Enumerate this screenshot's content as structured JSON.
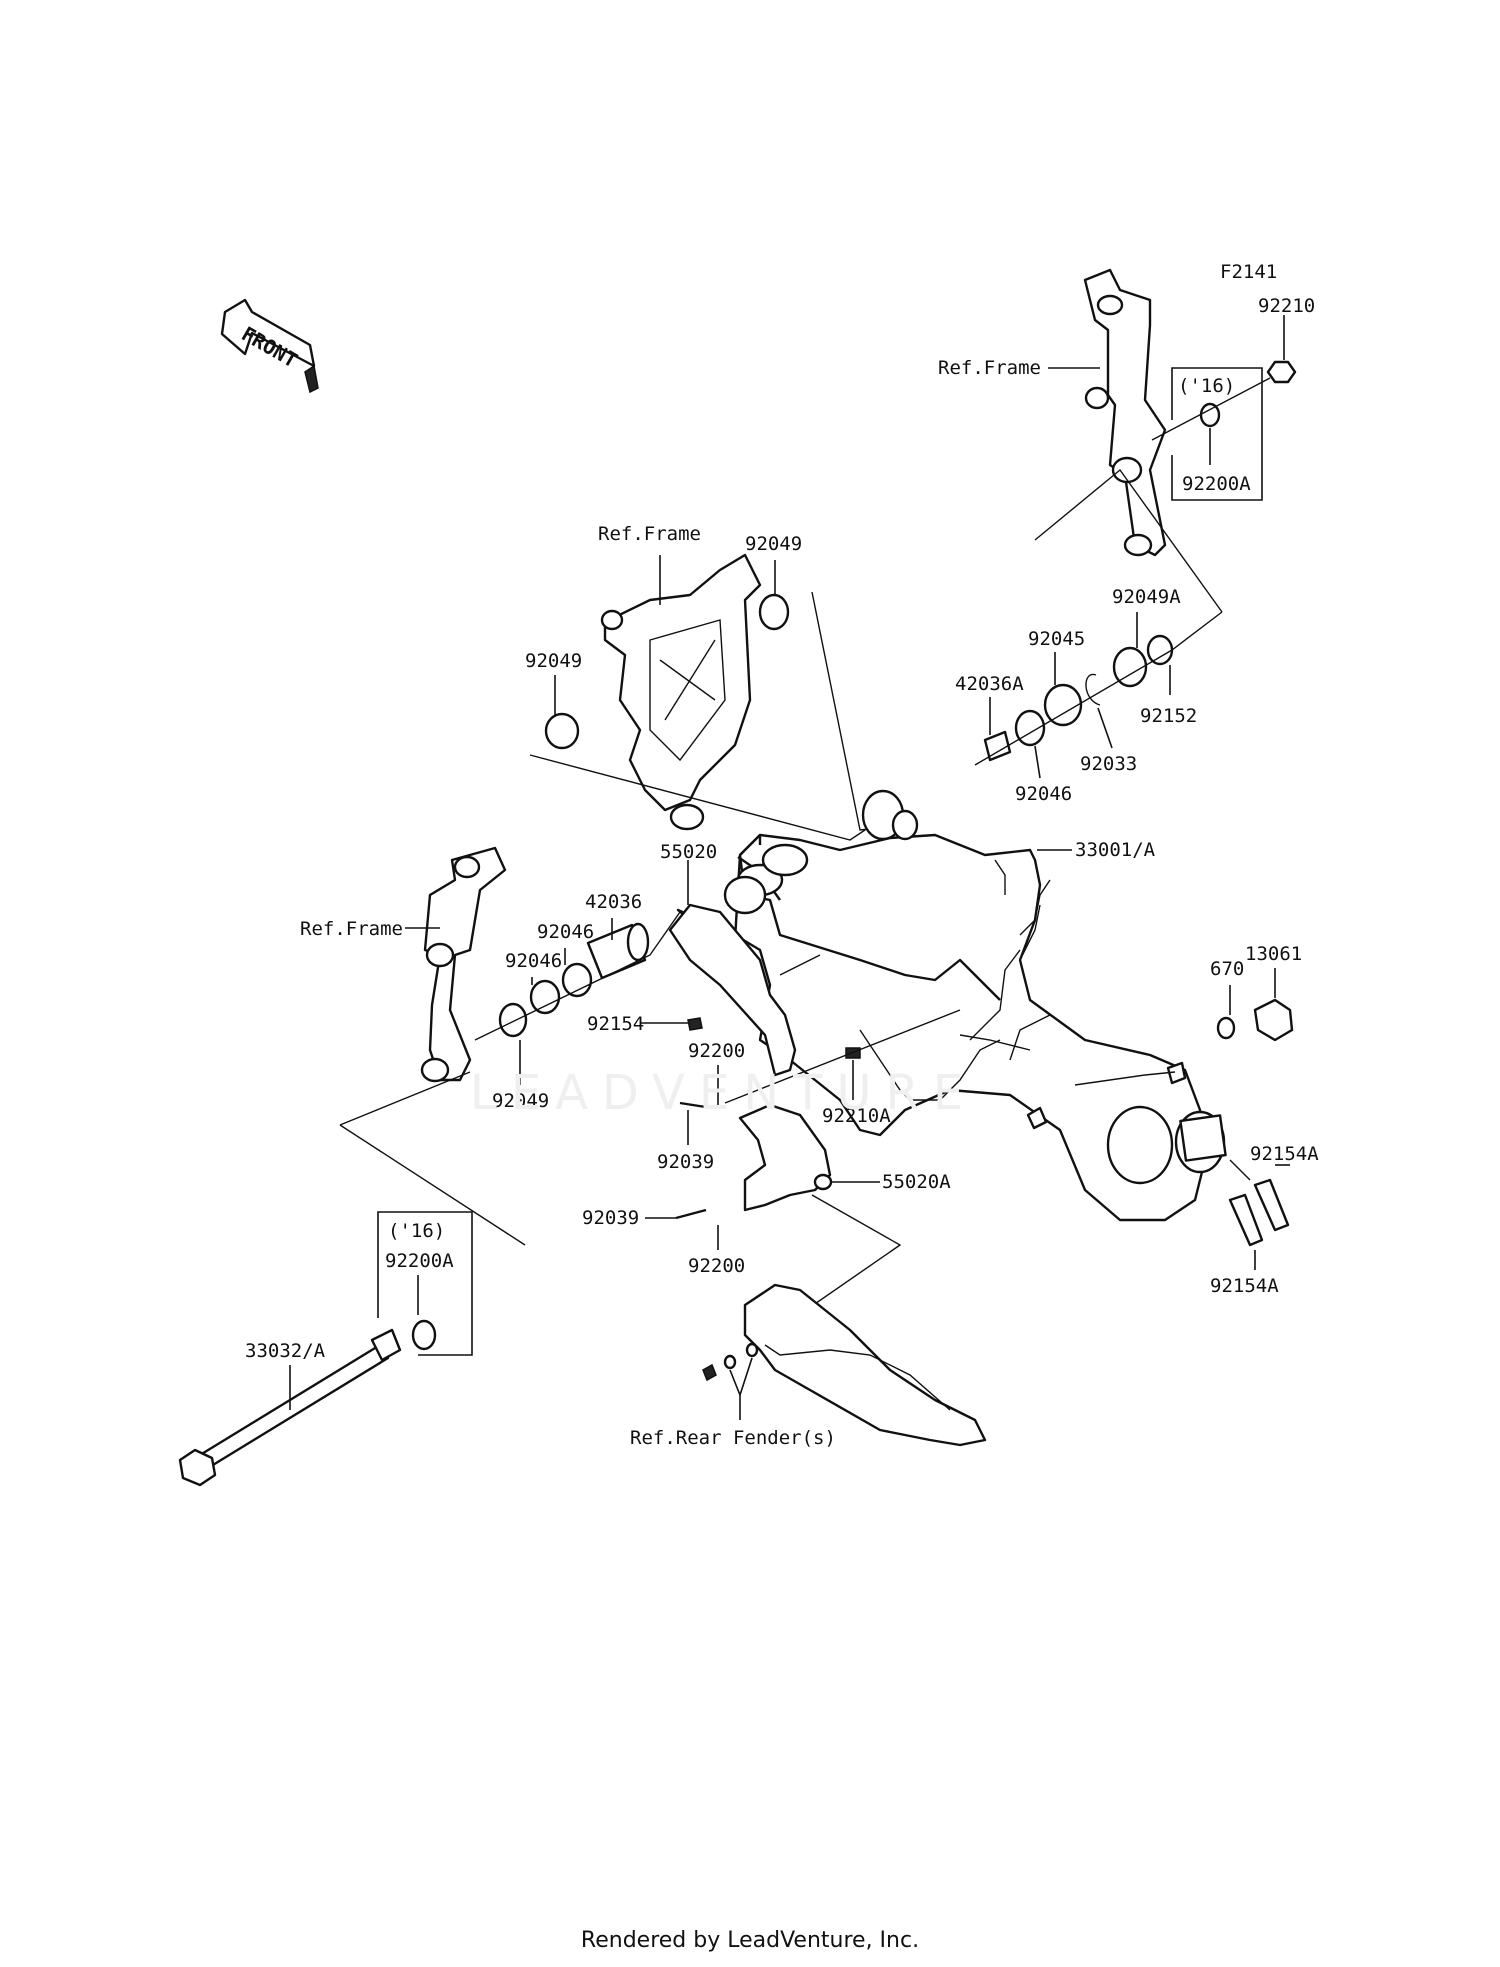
{
  "diagram_id": "F2141",
  "front_label": "FRONT",
  "watermark": "LEADVENTURE",
  "footer": "Rendered by LeadVenture, Inc.",
  "callouts": {
    "ref_frame_top": "Ref.Frame",
    "ref_frame_mid": "Ref.Frame",
    "ref_frame_left": "Ref.Frame",
    "p92210": "92210",
    "year16_top": "('16)",
    "p92200A_top": "92200A",
    "p92049_top": "92049",
    "p92049_left": "92049",
    "p92049A": "92049A",
    "p92045": "92045",
    "p42036A": "42036A",
    "p92152": "92152",
    "p92033": "92033",
    "p92046_right": "92046",
    "p33001A": "33001/A",
    "p55020": "55020",
    "p42036": "42036",
    "p92046_a": "92046",
    "p92046_b": "92046",
    "p13061": "13061",
    "p670": "670",
    "p92154": "92154",
    "p92200_top": "92200",
    "p92049_low": "92049",
    "p92210A": "92210A",
    "p92039_top": "92039",
    "p55020A": "55020A",
    "p92154A_top": "92154A",
    "p92039_low": "92039",
    "p92200_low": "92200",
    "p92154A_low": "92154A",
    "year16_low": "('16)",
    "p92200A_low": "92200A",
    "p33032A": "33032/A",
    "ref_rear_fender": "Ref.Rear Fender(s)"
  }
}
